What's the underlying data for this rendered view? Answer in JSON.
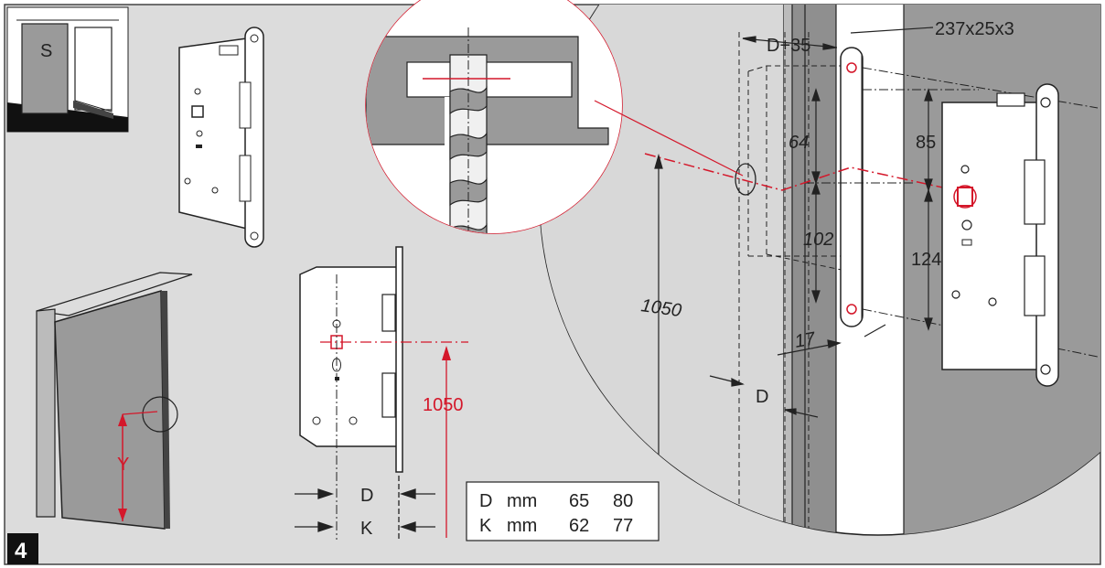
{
  "step_number": "4",
  "inset_letter": "S",
  "marker_y": "Y",
  "labels": {
    "height_red": "1050",
    "d_label": "D",
    "k_label": "K",
    "strike_plate_size": "237x25x3",
    "d_plus": "D+35",
    "h64": "64",
    "h102": "102",
    "h85": "85",
    "h124": "124",
    "h1050": "1050",
    "h17": "17",
    "d_detail": "D"
  },
  "table": {
    "rows": [
      [
        "D",
        "mm",
        "65",
        "80"
      ],
      [
        "K",
        "mm",
        "62",
        "77"
      ]
    ]
  },
  "colors": {
    "background": "#dcdcdc",
    "door": "#999999",
    "accent": "#d4172a",
    "line": "#222222"
  }
}
